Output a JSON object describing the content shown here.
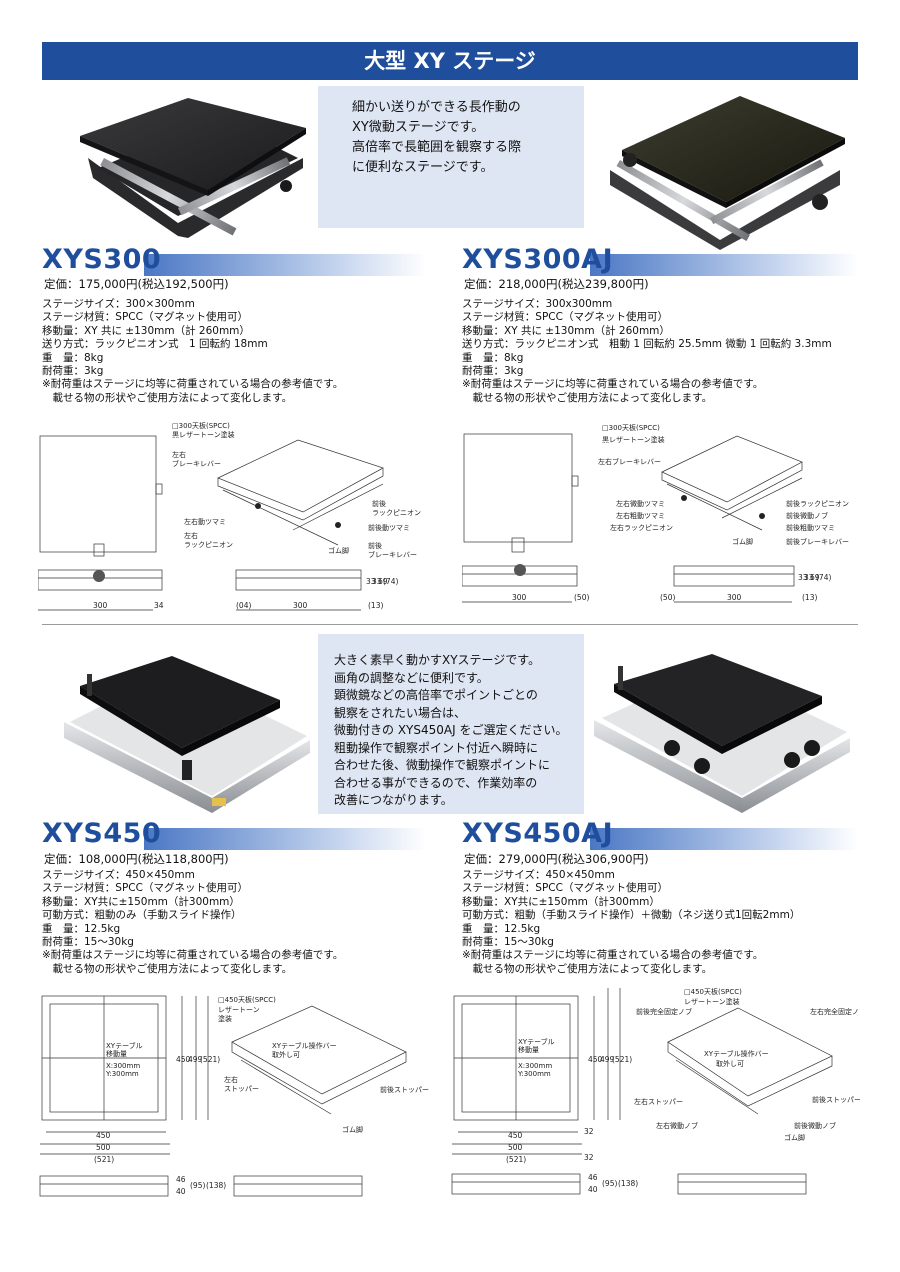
{
  "title": "大型 XY ステージ",
  "intro1": [
    "細かい送りができる長作動の",
    "XY微動ステージです。",
    "高倍率で長範囲を観察する際",
    "に便利なステージです。"
  ],
  "intro2": [
    "大きく素早く動かすXYステージです。",
    "画角の調整などに便利です。",
    "顕微鏡などの高倍率でポイントごとの",
    "観察をされたい場合は、",
    "微動付きの XYS450AJ をご選定ください。",
    "粗動操作で観察ポイント付近へ瞬時に",
    "合わせた後、微動操作で観察ポイントに",
    "合わせる事ができるので、作業効率の",
    "改善につながります。"
  ],
  "products": [
    {
      "name": "XYS300",
      "price": "定価：175,000円(税込192,500円)",
      "specs": [
        "ステージサイズ：300×300mm",
        "ステージ材質：SPCC（マグネット使用可）",
        "移動量：XY 共に ±130mm（計 260mm）",
        "送り方式：ラックピニオン式　1 回転約 18mm",
        "重　量：8kg",
        "耐荷重：3kg",
        "※耐荷重はステージに均等に荷重されている場合の参考値です。",
        "　載せる物の形状やご使用方法によって変化します。"
      ],
      "labels": [
        "□300天板(SPCC)",
        "黒レザートーン塗装",
        "左右",
        "ブレーキレバー",
        "左右動ツマミ",
        "左右",
        "ラックピニオン",
        "前後",
        "ラックピニオン",
        "前後動ツマミ",
        "ゴム脚",
        "前後",
        "ブレーキレバー"
      ],
      "dims": [
        "300",
        "34",
        "33",
        "33",
        "69",
        "(74)",
        "(04)",
        "300",
        "(13)"
      ]
    },
    {
      "name": "XYS300AJ",
      "price": "定価：218,000円(税込239,800円)",
      "specs": [
        "ステージサイズ：300x300mm",
        "ステージ材質：SPCC（マグネット使用可）",
        "移動量：XY 共に ±130mm（計 260mm）",
        "送り方式：ラックピニオン式　粗動 1 回転約 25.5mm 微動 1 回転約 3.3mm",
        "重　量：8kg",
        "耐荷重：3kg",
        "※耐荷重はステージに均等に荷重されている場合の参考値です。",
        "　載せる物の形状やご使用方法によって変化します。"
      ],
      "labels": [
        "□300天板(SPCC)",
        "黒レザートーン塗装",
        "左右ブレーキレバー",
        "左右微動ツマミ",
        "左右粗動ツマミ",
        "左右ラックピニオン",
        "ゴム脚",
        "前後ラックピニオン",
        "前後微動ノブ",
        "前後粗動ツマミ",
        "前後ブレーキレバー"
      ],
      "dims": [
        "300",
        "(50)",
        "33",
        "33",
        "69",
        "(74)",
        "(50)",
        "300",
        "(13)"
      ]
    },
    {
      "name": "XYS450",
      "price": "定価：108,000円(税込118,800円)",
      "specs": [
        "ステージサイズ：450×450mm",
        "ステージ材質：SPCC（マグネット使用可）",
        "移動量：XY共に±150mm（計300mm）",
        "可動方式：粗動のみ（手動スライド操作）",
        "重　量：12.5kg",
        "耐荷重：15～30kg",
        "※耐荷重はステージに均等に荷重されている場合の参考値です。",
        "　載せる物の形状やご使用方法によって変化します。"
      ],
      "plan": [
        "XYテーブル",
        "移動量",
        "X:300mm",
        "Y:300mm"
      ],
      "labels": [
        "□450天板(SPCC)",
        "レザートーン",
        "塗装",
        "XYテーブル操作バー",
        "取外し可",
        "左右",
        "ストッパー",
        "前後ストッパー",
        "ゴム脚"
      ],
      "dims": [
        "450",
        "500",
        "(521)",
        "450",
        "499",
        "(521)",
        "46",
        "40",
        "(95)",
        "(138)"
      ]
    },
    {
      "name": "XYS450AJ",
      "price": "定価：279,000円(税込306,900円)",
      "specs": [
        "ステージサイズ：450×450mm",
        "ステージ材質：SPCC（マグネット使用可）",
        "移動量：XY共に±150mm（計300mm）",
        "可動方式：粗動（手動スライド操作）＋微動（ネジ送り式1回転2mm）",
        "重　量：12.5kg",
        "耐荷重：15～30kg",
        "※耐荷重はステージに均等に荷重されている場合の参考値です。",
        "　載せる物の形状やご使用方法によって変化します。"
      ],
      "plan": [
        "XYテーブル",
        "移動量",
        "X:300mm",
        "Y:300mm"
      ],
      "labels": [
        "□450天板(SPCC)",
        "レザートーン塗装",
        "前後完全固定ノブ",
        "左右完全固定ノブ",
        "XYテーブル操作バー",
        "取外し可",
        "左右ストッパー",
        "前後ストッパー",
        "左右微動ノブ",
        "前後微動ノブ",
        "ゴム脚"
      ],
      "dims": [
        "450",
        "500",
        "(521)",
        "32",
        "450",
        "499",
        "(521)",
        "32",
        "46",
        "40",
        "(95)",
        "(138)"
      ]
    }
  ],
  "colors": {
    "brand": "#1f4e9c",
    "intro_bg": "#dfe6f3"
  }
}
